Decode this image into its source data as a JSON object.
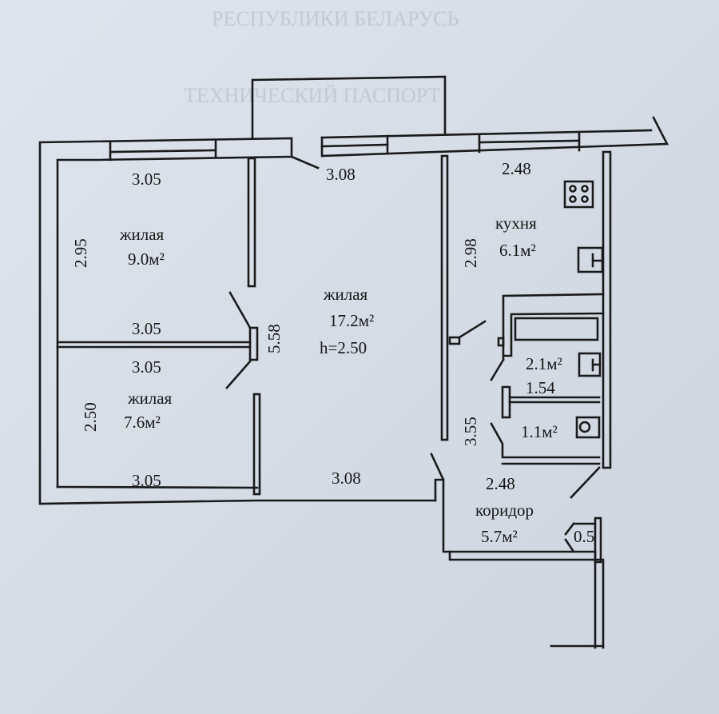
{
  "header": {
    "ghost_title_1": "РЕСПУБЛИКИ БЕЛАРУСЬ",
    "ghost_title_2": "ТЕХНИЧЕСКИЙ ПАСПОРТ"
  },
  "rooms": [
    {
      "id": "living-1",
      "label": "жилая",
      "area": "9.0м²"
    },
    {
      "id": "living-2",
      "label": "жилая",
      "area": "7.6м²"
    },
    {
      "id": "living-main",
      "label": "жилая",
      "area": "17.2м²",
      "height": "h=2.50"
    },
    {
      "id": "kitchen",
      "label": "кухня",
      "area": "6.1м²"
    },
    {
      "id": "bathroom",
      "area": "2.1м²"
    },
    {
      "id": "toilet",
      "area": "1.1м²"
    },
    {
      "id": "corridor",
      "label": "коридор",
      "area": "5.7м²"
    }
  ],
  "dimensions": {
    "living1_top": "3.05",
    "living1_side": "2.95",
    "living1_bottom": "3.05",
    "living2_top": "3.05",
    "living2_side": "2.50",
    "living2_bottom": "3.05",
    "main_top": "3.08",
    "main_side": "5.58",
    "main_bottom": "3.08",
    "kitchen_top": "2.48",
    "kitchen_side": "2.98",
    "bath_width": "1.54",
    "corridor_side": "3.55",
    "corridor_width": "2.48",
    "closet": "0.5"
  }
}
